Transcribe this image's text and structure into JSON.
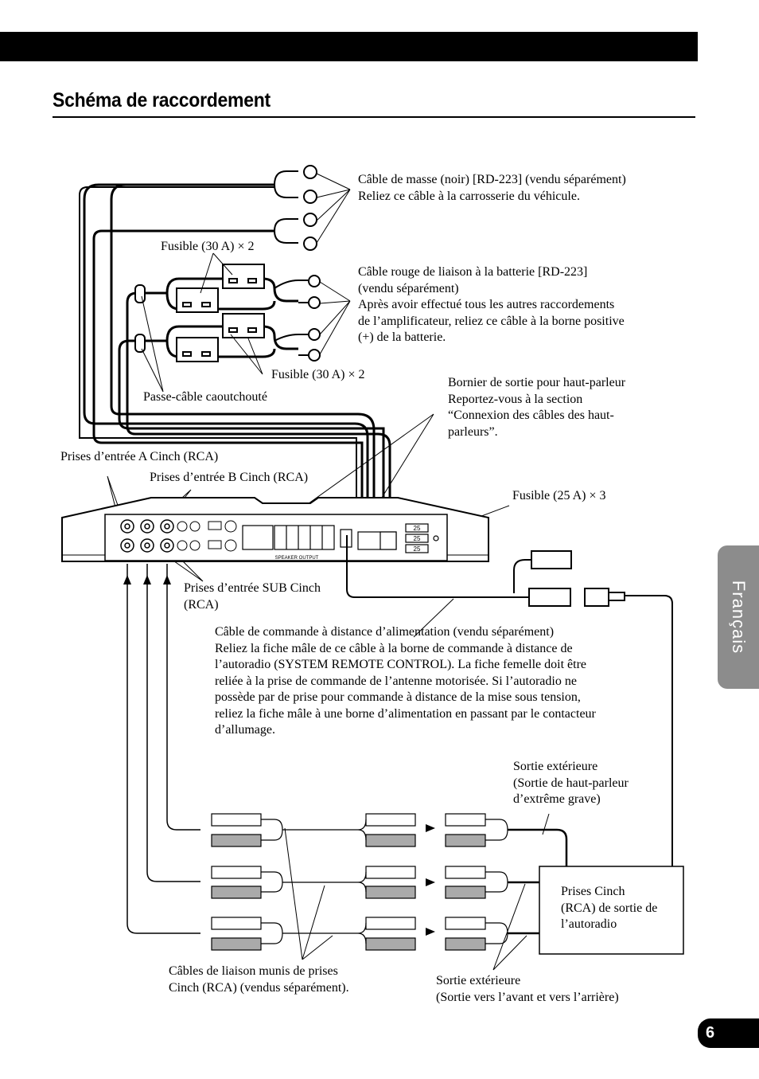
{
  "section_title": "Schéma de raccordement",
  "side_tab": "Français",
  "page_number": "6",
  "labels": {
    "ground_cable": [
      "Câble de masse (noir) [RD-223] (vendu séparément)",
      "Reliez ce câble à la carrosserie du véhicule."
    ],
    "fuse_top": "Fusible (30 A) × 2",
    "battery_cable": [
      "Câble rouge de liaison à la batterie [RD-223]",
      "(vendu séparément)",
      "Après avoir effectué tous les autres raccordements",
      "de l’amplificateur, reliez ce câble à la borne positive",
      "(+) de la batterie."
    ],
    "fuse_mid": "Fusible (30 A) × 2",
    "grommet": "Passe-câble caoutchouté",
    "speaker_terminal": [
      "Bornier de sortie pour haut-parleur",
      "Reportez-vous à la section",
      "“Connexion des câbles des haut-",
      "parleurs”."
    ],
    "input_a": "Prises d’entrée A Cinch (RCA)",
    "input_b": "Prises d’entrée B Cinch (RCA)",
    "fuse_25": "Fusible (25 A) × 3",
    "input_sub": [
      "Prises d’entrée SUB Cinch",
      "(RCA)"
    ],
    "remote_cable": [
      "Câble de commande à distance d’alimentation (vendu séparément)",
      "Reliez la fiche mâle de ce câble à la borne de commande à distance de",
      "l’autoradio (SYSTEM REMOTE CONTROL). La fiche femelle doit être",
      "reliée à la prise de commande de l’antenne motorisée. Si l’autoradio ne",
      "possède par de prise pour commande à distance de la mise sous tension,",
      "reliez la fiche mâle à une borne d’alimentation en passant par le contacteur",
      "d’allumage."
    ],
    "sub_out": [
      "Sortie extérieure",
      "(Sortie de haut-parleur",
      "d’extrême grave)"
    ],
    "head_unit": [
      "Prises Cinch",
      "(RCA) de sortie de",
      "l’autoradio"
    ],
    "rca_cables": [
      "Câbles de liaison munis de prises",
      "Cinch (RCA) (vendus séparément)."
    ],
    "front_rear_out": [
      "Sortie extérieure",
      "(Sortie vers l’avant et vers l’arrière)"
    ]
  },
  "amp_marks": {
    "speaker_output": "SPEAKER OUTPUT",
    "fuse_values": [
      "25",
      "25",
      "25"
    ]
  }
}
